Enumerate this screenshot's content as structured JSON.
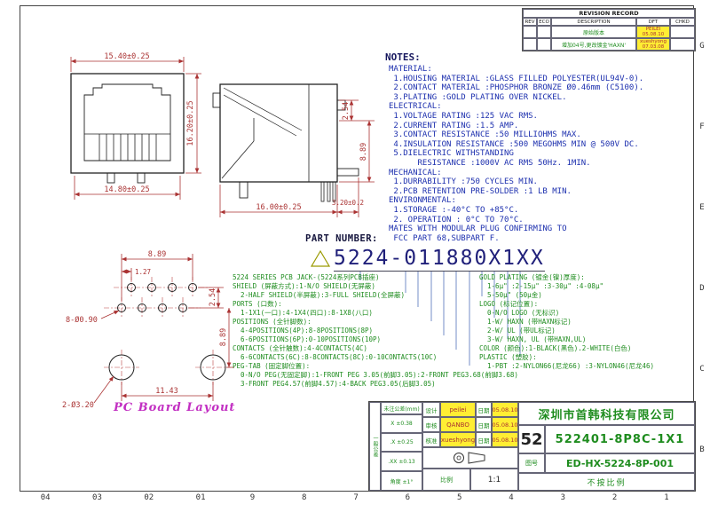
{
  "frame": {
    "bottom_zones": [
      "04",
      "03",
      "02",
      "01",
      "9",
      "8",
      "7",
      "6",
      "5",
      "4",
      "3",
      "2",
      "1"
    ],
    "right_zones": [
      "G",
      "F",
      "E",
      "D",
      "C",
      "B"
    ]
  },
  "revision_table": {
    "title": "REVISION RECORD",
    "headers": [
      "REV",
      "ECO",
      "DESCRIPTION",
      "DFT",
      "CHKD"
    ],
    "rows": [
      {
        "rev": "",
        "eco": "",
        "desc": "原始版本",
        "dft_name": "PEILEI",
        "dft_date": "05.08.10",
        "chkd": ""
      },
      {
        "rev": "",
        "eco": "",
        "desc": "增加04号,更改镀金'HAXN'",
        "dft_name": "xueshyong",
        "dft_date": "07.03.08",
        "chkd": ""
      }
    ]
  },
  "notes": {
    "title": "NOTES:",
    "lines": [
      "MATERIAL:",
      " 1.HOUSING MATERIAL :GLASS FILLED POLYESTER(UL94V-0).",
      " 2.CONTACT MATERIAL :PHOSPHOR BRONZE Ø0.46mm (C5100).",
      " 3.PLATING :GOLD PLATING OVER NICKEL.",
      "ELECTRICAL:",
      " 1.VOLTAGE RATING :125 VAC RMS.",
      " 2.CURRENT RATING :1.5 AMP.",
      " 3.CONTACT RESISTANCE :50 MILLIOHMS MAX.",
      " 4.INSULATION RESISTANCE :500 MEGOHMS MIN @ 500V DC.",
      " 5.DIELECTRIC WITHSTANDING",
      "      RESISTANCE :1000V AC RMS 50Hz. 1MIN.",
      "MECHANICAL:",
      " 1.DURRABILITY :750 CYCLES MIN.",
      " 2.PCB RETENTION PRE-SOLDER :1 LB MIN.",
      "ENVIRONMENTAL:",
      " 1.STORAGE :-40°C TO +85°C.",
      " 2. OPERATION : 0°C TO 70°C.",
      "MATES WITH MODULAR PLUG CONFIRMING TO",
      " FCC PART 68,SUBPART F."
    ]
  },
  "views": {
    "front": {
      "dim_top": "15.40±0.25",
      "dim_right": "16.20±0.25",
      "dim_bottom": "14.80±0.25"
    },
    "side": {
      "dim_bottom": "16.00±0.25",
      "dim_tail": "3.20±0.2",
      "dim_pitch": "2.54",
      "dim_height": "8.89"
    },
    "pcb": {
      "title": "PC Board Layout",
      "dim_span": "8.89",
      "dim_offset": "1.27",
      "dim_pitch": "2.54",
      "dim_height": "8.89",
      "dim_holes": "11.43",
      "label_small_holes": "8-Ø0.90",
      "label_big_holes": "2-Ø3.20"
    }
  },
  "part_number": {
    "label": "PART NUMBER:",
    "value": "5224-011880X1XX",
    "left_descriptions": [
      "5224 SERIES PCB JACK-(5224系列PCB插座)",
      "SHIELD (屏蔽方式):1-N/O SHIELD(无屏蔽)",
      "  2-HALF SHIELD(半屏蔽):3-FULL SHIELD(全屏蔽)",
      "PORTS (口数):",
      "  1-1X1(一口):4-1X4(四口):8-1X8(八口)",
      "POSITIONS (全针脚数):",
      "  4-4POSITIONS(4P):8-8POSITIONS(8P)",
      "  6-6POSITIONS(6P):0-10POSITIONS(10P)",
      "CONTACTS (全针触数):4-4CONTACTS(4C)",
      "  6-6CONTACTS(6C):8-8CONTACTS(8C):0-10CONTACTS(10C)",
      "PEG-TAB (固定脚位置):",
      "  0-N/O PEG(无固定脚):1-FRONT PEG 3.05(前脚3.05):2-FRONT PEG3.68(前脚3.68)",
      "  3-FRONT PEG4.57(前脚4.57):4-BACK PEG3.05(后脚3.05)"
    ],
    "right_descriptions": [
      "GOLD PLATING (镀金(镍)厚度):",
      "  1-6μ\" :2-15μ\" :3-30μ\" :4-08μ\"",
      "  5-50μ\" (50μ金)",
      "LOGO (标记位置):",
      "  0-N/O LOGO (无标识)",
      "  1-W/ HAXN (带HAXN标记)",
      "  2-W/ UL (带UL标记)",
      "  3-W/ HAXN, UL (带HAXN,UL)",
      "COLOR (颜色):1-BLACK(黑色).2-WHITE(白色)",
      "PLASTIC (塑胶):",
      "  1-PBT :2-NYLON66(尼龙66) :3-NYLON46(尼龙46)"
    ]
  },
  "title_block": {
    "tolerance": {
      "side_label": "一般公差",
      "header": "未注公差(mm)",
      "rows": [
        "X ±0.38",
        ".X ±0.25",
        ".XX ±0.13",
        "角度 ±1°"
      ]
    },
    "approvals": [
      {
        "role": "设计",
        "name": "peilei",
        "date_label": "日期",
        "date": "05.08.10"
      },
      {
        "role": "审核",
        "name": "QANBO",
        "date_label": "日期",
        "date": "05.08.10"
      },
      {
        "role": "核准",
        "name": "xueshyong",
        "date_label": "日期",
        "date": "05.08.10"
      }
    ],
    "scale_label": "比例",
    "scale": "1:1",
    "company": "深圳市首韩科技有限公司",
    "sheet_number": "52",
    "part_name": "522401-8P8C-1X1",
    "dwg_label": "图号",
    "dwg_no": "ED-HX-5224-8P-001",
    "no_scale": "不按比例"
  }
}
